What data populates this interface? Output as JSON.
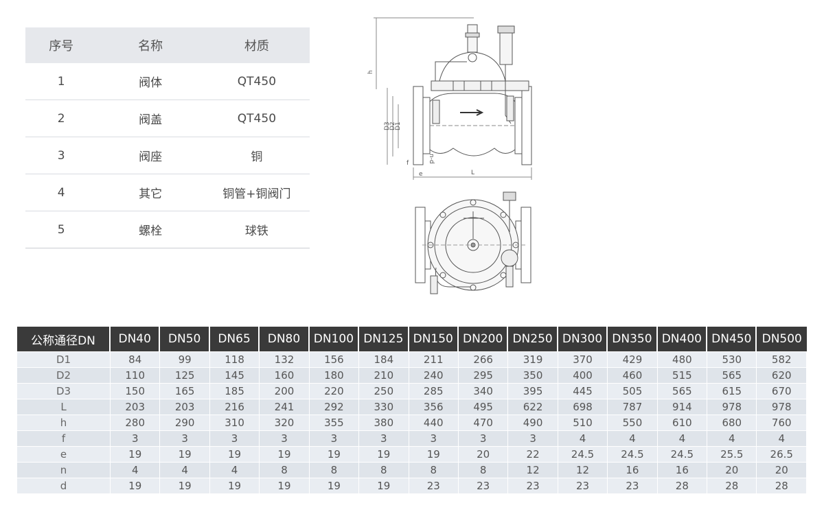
{
  "materials": {
    "headers": [
      "序号",
      "名称",
      "材质"
    ],
    "rows": [
      [
        "1",
        "阀体",
        "QT450"
      ],
      [
        "2",
        "阀盖",
        "QT450"
      ],
      [
        "3",
        "阀座",
        "铜"
      ],
      [
        "4",
        "其它",
        "铜管+铜阀门"
      ],
      [
        "5",
        "螺栓",
        "球铁"
      ]
    ]
  },
  "drawing": {
    "labels": {
      "h": "h",
      "d3": "D3",
      "d2": "D2",
      "d1": "D1",
      "f": "f",
      "e": "e",
      "nd": "n-d",
      "l": "L"
    }
  },
  "dimensions": {
    "corner_label": "公称通径DN",
    "columns": [
      "DN40",
      "DN50",
      "DN65",
      "DN80",
      "DN100",
      "DN125",
      "DN150",
      "DN200",
      "DN250",
      "DN300",
      "DN350",
      "DN400",
      "DN450",
      "DN500"
    ],
    "rows": [
      {
        "label": "D1",
        "values": [
          "84",
          "99",
          "118",
          "132",
          "156",
          "184",
          "211",
          "266",
          "319",
          "370",
          "429",
          "480",
          "530",
          "582"
        ]
      },
      {
        "label": "D2",
        "values": [
          "110",
          "125",
          "145",
          "160",
          "180",
          "210",
          "240",
          "295",
          "350",
          "400",
          "460",
          "515",
          "565",
          "620"
        ]
      },
      {
        "label": "D3",
        "values": [
          "150",
          "165",
          "185",
          "200",
          "220",
          "250",
          "285",
          "340",
          "395",
          "445",
          "505",
          "565",
          "615",
          "670"
        ]
      },
      {
        "label": "L",
        "values": [
          "203",
          "203",
          "216",
          "241",
          "292",
          "330",
          "356",
          "495",
          "622",
          "698",
          "787",
          "914",
          "978",
          "978"
        ]
      },
      {
        "label": "h",
        "values": [
          "280",
          "290",
          "310",
          "320",
          "355",
          "380",
          "440",
          "470",
          "490",
          "510",
          "550",
          "610",
          "680",
          "760"
        ]
      },
      {
        "label": "f",
        "values": [
          "3",
          "3",
          "3",
          "3",
          "3",
          "3",
          "3",
          "3",
          "3",
          "4",
          "4",
          "4",
          "4",
          "4"
        ]
      },
      {
        "label": "e",
        "values": [
          "19",
          "19",
          "19",
          "19",
          "19",
          "19",
          "19",
          "20",
          "22",
          "24.5",
          "24.5",
          "24.5",
          "25.5",
          "26.5"
        ]
      },
      {
        "label": "n",
        "values": [
          "4",
          "4",
          "4",
          "8",
          "8",
          "8",
          "8",
          "8",
          "12",
          "12",
          "16",
          "16",
          "20",
          "20"
        ]
      },
      {
        "label": "d",
        "values": [
          "19",
          "19",
          "19",
          "19",
          "19",
          "19",
          "23",
          "23",
          "23",
          "23",
          "23",
          "28",
          "28",
          "28"
        ]
      }
    ]
  },
  "colors": {
    "header_dark": "#3a3a3a",
    "header_light": "#e6e8ec",
    "row_stripe": "#e9edf2"
  }
}
